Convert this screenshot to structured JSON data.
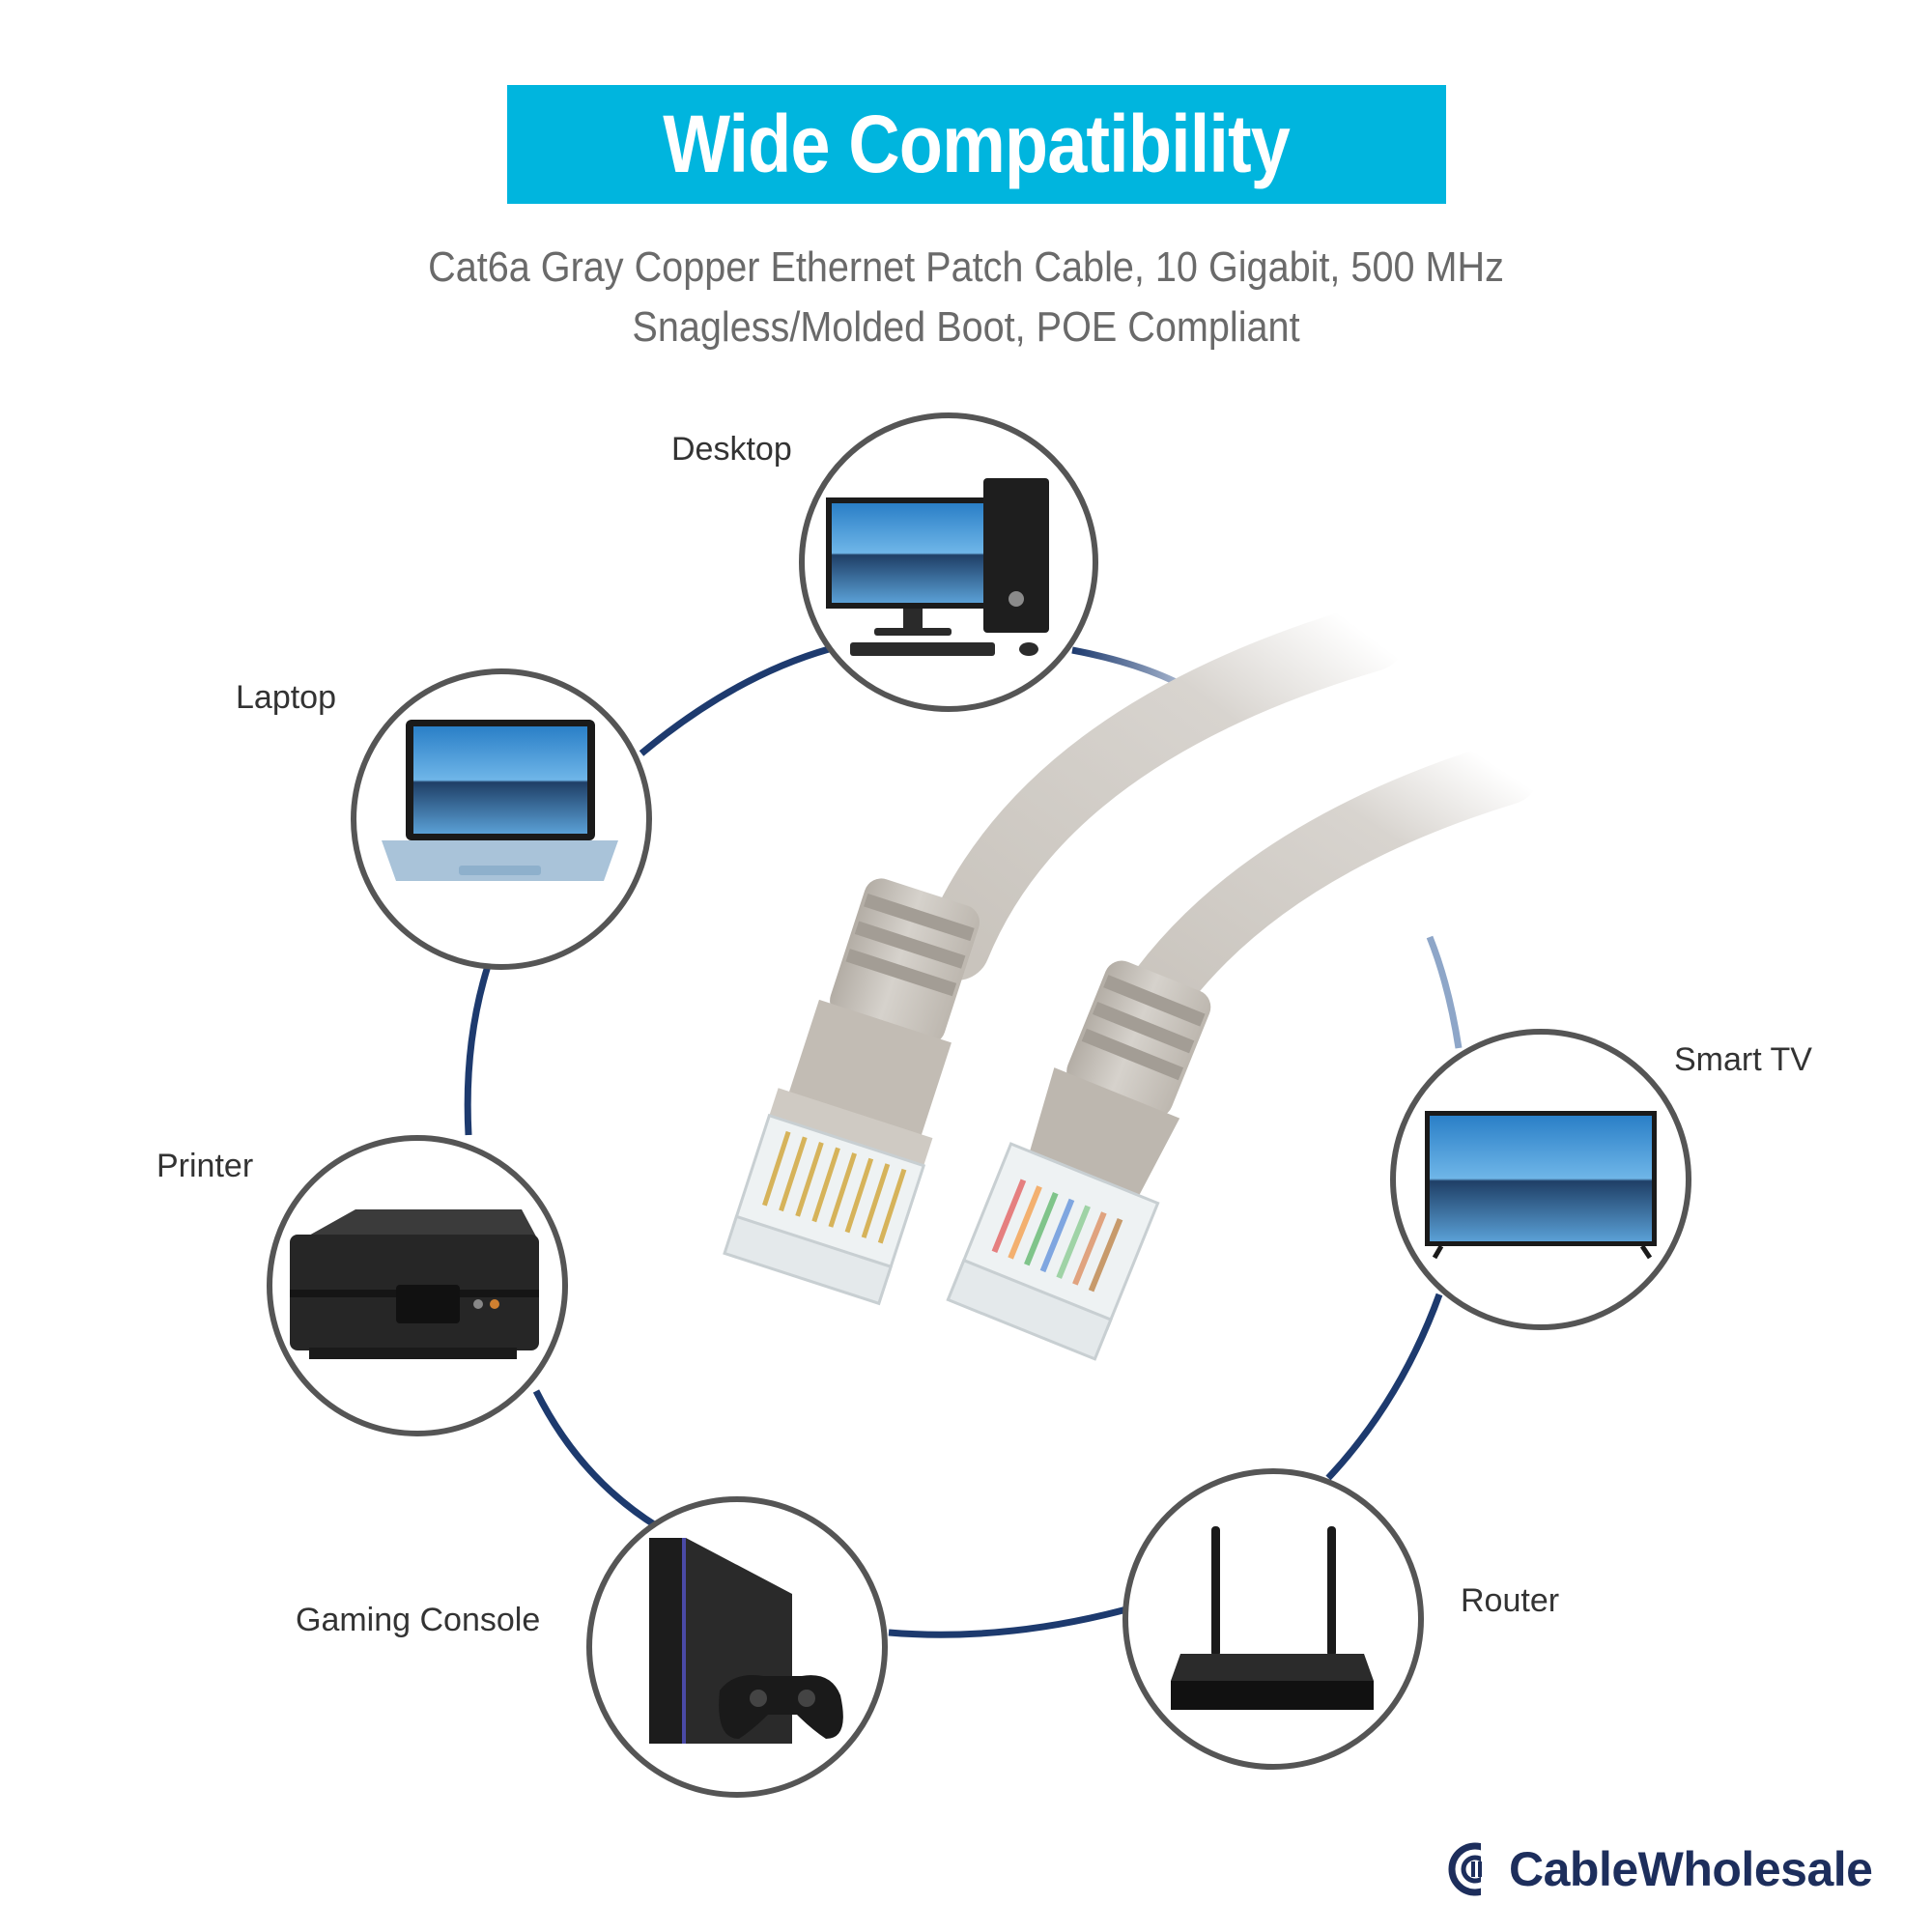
{
  "header": {
    "title": "Wide Compatibility",
    "subtitle_line1": "Cat6a Gray Copper Ethernet Patch Cable, 10 Gigabit, 500 MHz",
    "subtitle_line2": "Snagless/Molded Boot, POE Compliant"
  },
  "devices": [
    {
      "label": "Desktop",
      "icon": "desktop-computer-icon"
    },
    {
      "label": "Laptop",
      "icon": "laptop-icon"
    },
    {
      "label": "Printer",
      "icon": "printer-icon"
    },
    {
      "label": "Gaming Console",
      "icon": "gaming-console-icon"
    },
    {
      "label": "Router",
      "icon": "router-icon"
    },
    {
      "label": "Smart TV",
      "icon": "smart-tv-icon"
    }
  ],
  "product": {
    "icon": "ethernet-cable-icon"
  },
  "brand": {
    "name": "CableWholesale",
    "icon": "cablewholesale-logo-icon"
  },
  "colors": {
    "banner": "#00b5de",
    "ring": "#1d3a6e",
    "circle_border": "#555555",
    "cable": "#c9c4bd",
    "brand": "#1d2e5c"
  }
}
